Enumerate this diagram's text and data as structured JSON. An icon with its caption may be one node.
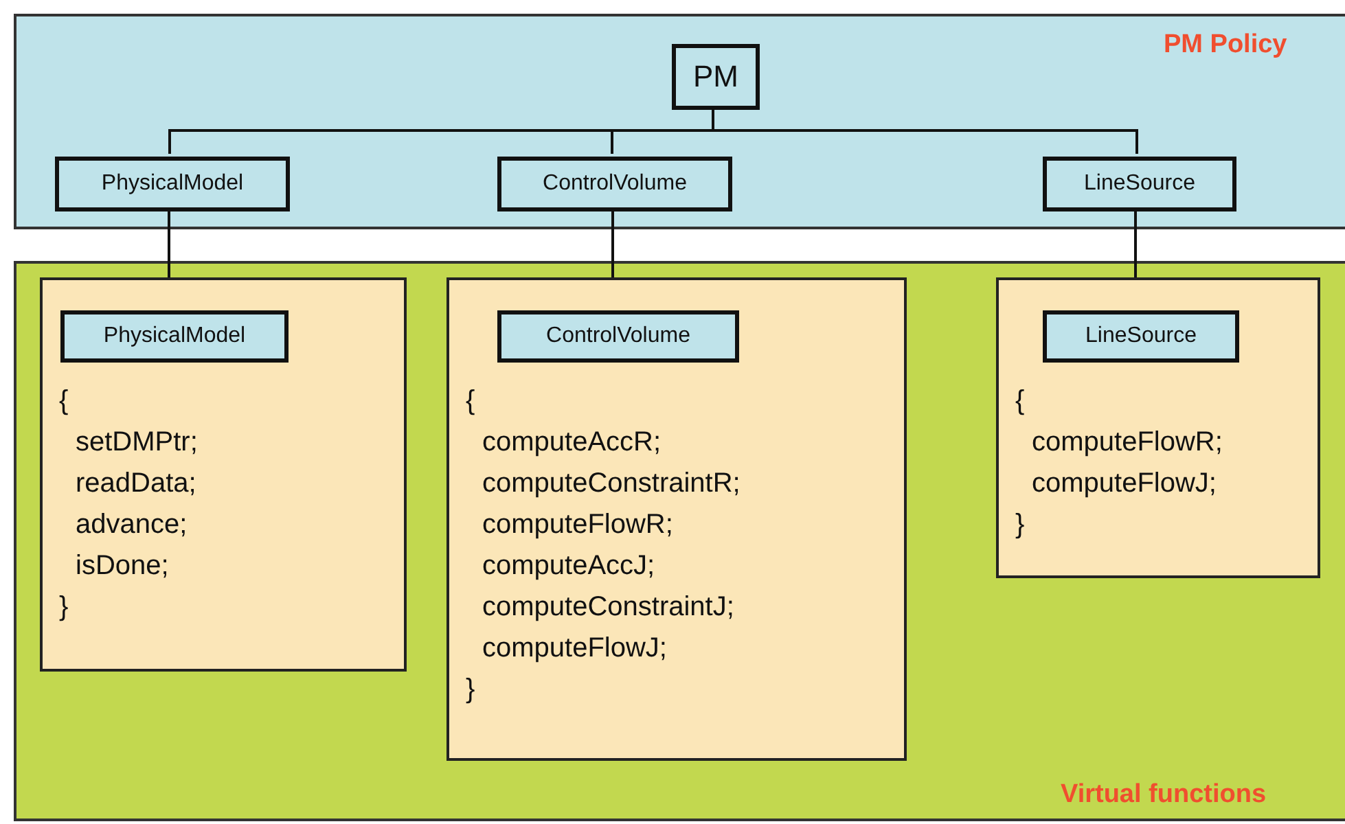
{
  "diagram": {
    "nodes": [
      {
        "text": [
          "PM Policy"
        ]
      },
      {
        "text": [
          "PM"
        ],
        "in": 0
      },
      {
        "text": [
          "PhysicalModel"
        ],
        "in": 0
      },
      {
        "text": [
          "ControlVolume"
        ],
        "in": 0
      },
      {
        "text": [
          "LineSource"
        ],
        "in": 0
      },
      {
        "text": [
          "Virtual functions"
        ]
      },
      {
        "text": [
          "{",
          "setDMPtr;",
          "readData;",
          "advance;",
          "isDone;",
          "}"
        ],
        "in": 5
      },
      {
        "text": [
          "PhysicalModel"
        ],
        "in": 6
      },
      {
        "text": [
          "{",
          "computeAccR;",
          "computeConstraintR;",
          "computeFlowR;",
          "computeAccJ;",
          "computeConstraintJ;",
          "computeFlowJ;",
          "}"
        ],
        "in": 5
      },
      {
        "text": [
          "ControlVolume"
        ],
        "in": 8
      },
      {
        "text": [
          "{",
          "computeFlowR;",
          "computeFlowJ;",
          "}"
        ],
        "in": 5
      },
      {
        "text": [
          "LineSource"
        ],
        "in": 10
      }
    ],
    "edges": [
      {
        "from": 1,
        "to": 2,
        "arrow": "none"
      },
      {
        "from": 1,
        "to": 3,
        "arrow": "none"
      },
      {
        "from": 1,
        "to": 4,
        "arrow": "none"
      },
      {
        "from": 2,
        "to": 7,
        "arrow": "none"
      },
      {
        "from": 3,
        "to": 9,
        "arrow": "none"
      },
      {
        "from": 4,
        "to": 11,
        "arrow": "none"
      }
    ]
  }
}
